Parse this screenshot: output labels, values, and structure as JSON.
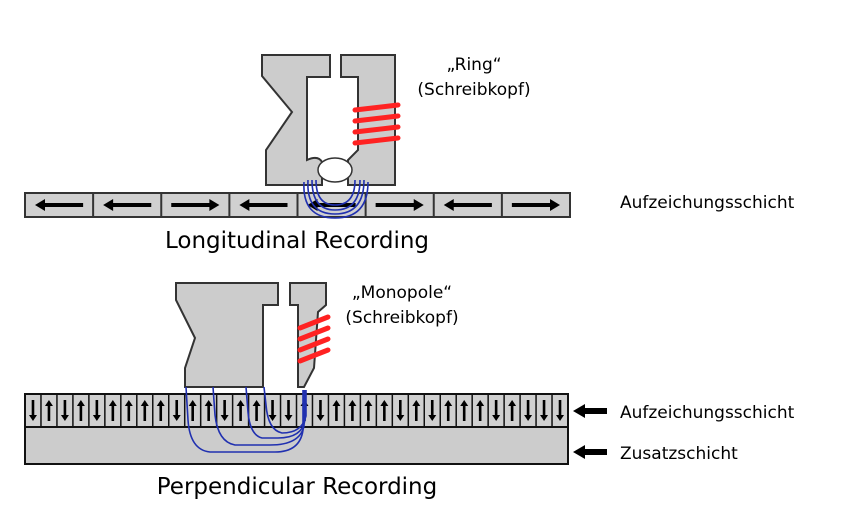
{
  "longitudinal": {
    "head_label_line1": "„Ring“",
    "head_label_line2": "(Schreibkopf)",
    "layer_label": "Aufzeichungsschicht",
    "caption": "Longitudinal Recording",
    "bit_directions": [
      "left",
      "left",
      "right",
      "left",
      "left",
      "right",
      "left",
      "right"
    ]
  },
  "perpendicular": {
    "head_label_line1": "„Monopole“",
    "head_label_line2": "(Schreibkopf)",
    "layer_label": "Aufzeichungsschicht",
    "underlayer_label": "Zusatzschicht",
    "caption": "Perpendicular Recording",
    "bit_directions": [
      "down",
      "up",
      "down",
      "up",
      "down",
      "up",
      "up",
      "up",
      "up",
      "down",
      "up",
      "up",
      "down",
      "up",
      "up",
      "down",
      "down",
      "up",
      "down",
      "up",
      "up",
      "up",
      "up",
      "down",
      "up",
      "down",
      "up",
      "up",
      "up",
      "down",
      "up",
      "down",
      "down",
      "down"
    ]
  },
  "colors": {
    "head_fill": "#cccccc",
    "medium_fill": "#d0d0d0",
    "coil": "#ff2222",
    "field_lines": "#2030b0",
    "outline": "#333333"
  }
}
